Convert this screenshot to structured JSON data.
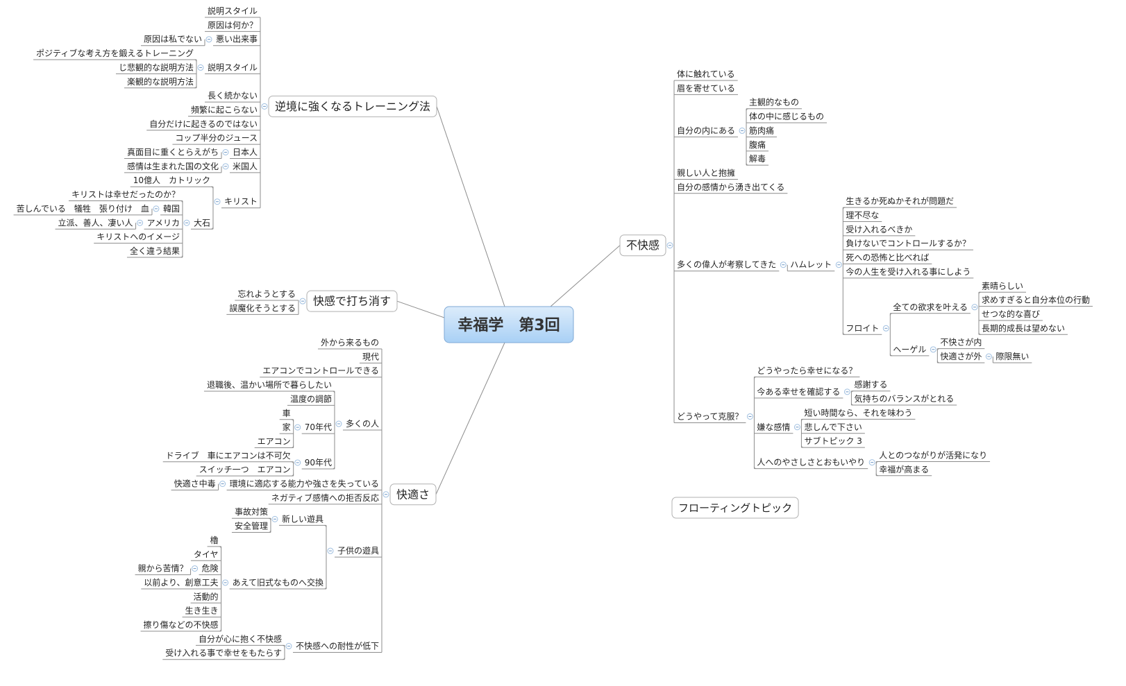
{
  "central": {
    "label": "幸福学　第3回"
  },
  "floating": {
    "label": "フローティングトピック"
  },
  "branches": [
    {
      "label": "逆境に強くなるトレーニング法",
      "children": [
        {
          "label": "説明スタイル"
        },
        {
          "label": "原因は何か？"
        },
        {
          "label": "悪い出来事",
          "children": [
            {
              "label": "原因は私でない"
            }
          ]
        },
        {
          "label": "説明スタイル",
          "children": [
            {
              "label": "ポジティブな考え方を鍛えるトレーニング"
            },
            {
              "label": "じ悲観的な説明方法"
            },
            {
              "label": "楽観的な説明方法"
            }
          ]
        },
        {
          "label": "長く続かない"
        },
        {
          "label": "頻繁に起こらない"
        },
        {
          "label": "自分だけに起きるのではない"
        },
        {
          "label": "コップ半分のジュース"
        },
        {
          "label": "日本人",
          "children": [
            {
              "label": "真面目に重くとらえがち"
            }
          ]
        },
        {
          "label": "米国人",
          "children": [
            {
              "label": "感情は生まれた国の文化"
            }
          ]
        },
        {
          "label": "キリスト",
          "children": [
            {
              "label": "10億人　カトリック"
            },
            {
              "label": "大石",
              "children": [
                {
                  "label": "キリストは幸せだったのか？"
                },
                {
                  "label": "韓国",
                  "children": [
                    {
                      "label": "苦しんでいる　犠牲　張り付け　血"
                    }
                  ]
                },
                {
                  "label": "アメリカ",
                  "children": [
                    {
                      "label": "立派、善人、凄い人"
                    }
                  ]
                },
                {
                  "label": "キリストへのイメージ"
                },
                {
                  "label": "全く違う結果"
                }
              ]
            }
          ]
        }
      ]
    },
    {
      "label": "快感で打ち消す",
      "children": [
        {
          "label": "忘れようとする"
        },
        {
          "label": "誤魔化そうとする"
        }
      ]
    },
    {
      "label": "快適さ",
      "children": [
        {
          "label": "外から来るもの"
        },
        {
          "label": "現代"
        },
        {
          "label": "エアコンでコントロールできる"
        },
        {
          "label": "多くの人",
          "children": [
            {
              "label": "退職後、温かい場所で暮らしたい"
            },
            {
              "label": "温度の調節"
            },
            {
              "label": "70年代",
              "children": [
                {
                  "label": "車"
                },
                {
                  "label": "家"
                },
                {
                  "label": "エアコン"
                }
              ]
            },
            {
              "label": "90年代",
              "children": [
                {
                  "label": "ドライブ　車にエアコンは不可欠"
                },
                {
                  "label": "スイッチ一つ　エアコン"
                }
              ]
            }
          ]
        },
        {
          "label": "環境に適応する能力や強さを失っている",
          "children": [
            {
              "label": "快適さ中毒"
            }
          ]
        },
        {
          "label": "ネガティブ感情への拒否反応"
        },
        {
          "label": "子供の遊具",
          "children": [
            {
              "label": "新しい遊具",
              "children": [
                {
                  "label": "事故対策"
                },
                {
                  "label": "安全管理"
                }
              ]
            },
            {
              "label": "あえて旧式なものへ交換",
              "children": [
                {
                  "label": "櫓"
                },
                {
                  "label": "タイヤ"
                },
                {
                  "label": "危険",
                  "children": [
                    {
                      "label": "親から苦情？"
                    }
                  ]
                },
                {
                  "label": "以前より、創意工夫"
                },
                {
                  "label": "活動的"
                },
                {
                  "label": "生き生き"
                },
                {
                  "label": "擦り傷などの不快感"
                }
              ]
            }
          ]
        },
        {
          "label": "不快感への耐性が低下",
          "children": [
            {
              "label": "自分が心に抱く不快感"
            },
            {
              "label": "受け入れる事で幸せをもたらす"
            }
          ]
        }
      ]
    },
    {
      "label": "不快感",
      "children": [
        {
          "label": "体に触れている"
        },
        {
          "label": "眉を寄せている"
        },
        {
          "label": "自分の内にある",
          "children": [
            {
              "label": "主観的なもの"
            },
            {
              "label": "体の中に感じるもの"
            },
            {
              "label": "筋肉痛"
            },
            {
              "label": "腹痛"
            },
            {
              "label": "解毒"
            }
          ]
        },
        {
          "label": "親しい人と抱擁"
        },
        {
          "label": "自分の感情から湧き出てくる"
        },
        {
          "label": "多くの偉人が考察してきた",
          "children": [
            {
              "label": "ハムレット",
              "children": [
                {
                  "label": "生きるか死ぬかそれが問題だ"
                },
                {
                  "label": "理不尽な"
                },
                {
                  "label": "受け入れるべきか"
                },
                {
                  "label": "負けないでコントロールするか？"
                },
                {
                  "label": "死への恐怖と比べれば"
                },
                {
                  "label": "今の人生を受け入れる事にしよう"
                },
                {
                  "label": "フロイト",
                  "children": [
                    {
                      "label": "全ての欲求を叶える",
                      "children": [
                        {
                          "label": "素晴らしい"
                        },
                        {
                          "label": "求めすぎると自分本位の行動"
                        },
                        {
                          "label": "せつな的な喜び"
                        },
                        {
                          "label": "長期的成長は望めない"
                        }
                      ]
                    },
                    {
                      "label": "ヘーゲル",
                      "children": [
                        {
                          "label": "不快さが内"
                        },
                        {
                          "label": "快適さが外",
                          "children": [
                            {
                              "label": "際限無い"
                            }
                          ]
                        }
                      ]
                    }
                  ]
                }
              ]
            }
          ]
        },
        {
          "label": "どうやって克服？",
          "children": [
            {
              "label": "どうやったら幸せになる？"
            },
            {
              "label": "今ある幸せを確認する",
              "children": [
                {
                  "label": "感謝する"
                },
                {
                  "label": "気持ちのバランスがとれる"
                }
              ]
            },
            {
              "label": "嫌な感情",
              "children": [
                {
                  "label": "短い時間なら、それを味わう"
                },
                {
                  "label": "悲しんで下さい"
                },
                {
                  "label": "サブトピック 3"
                }
              ]
            },
            {
              "label": "人へのやさしさとおもいやり",
              "children": [
                {
                  "label": "人とのつながりが活発になり"
                },
                {
                  "label": "幸福が高まる"
                }
              ]
            }
          ]
        }
      ]
    }
  ]
}
